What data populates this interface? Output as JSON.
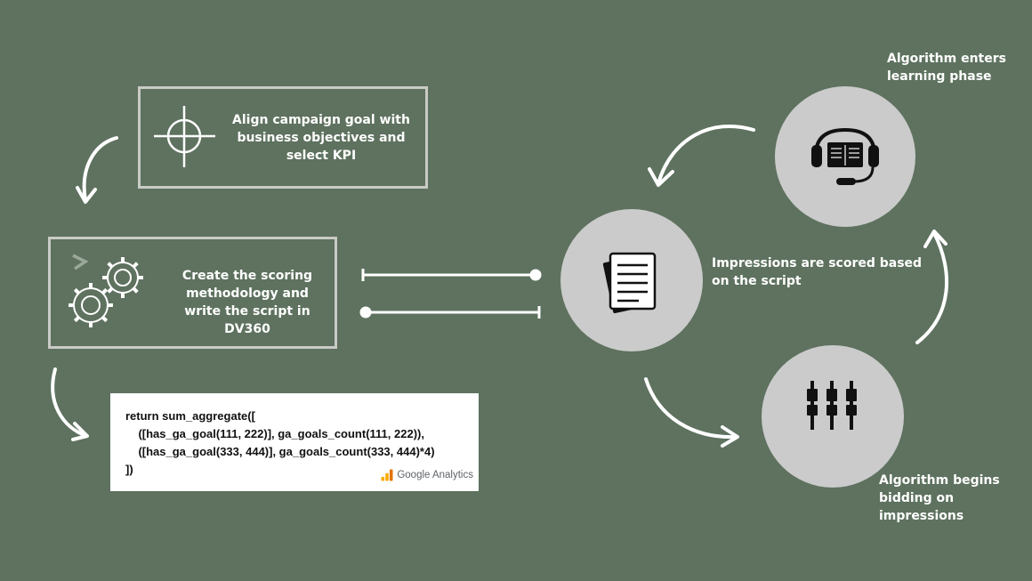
{
  "steps": {
    "align_goal": "Align campaign goal with business objectives and select KPI",
    "scoring": "Create the scoring methodology and write the script in DV360",
    "scored": "Impressions are scored based on the script",
    "learning": "Algorithm enters learning phase",
    "bidding": "Algorithm begins bidding on impressions"
  },
  "code": {
    "line1": "return sum_aggregate([",
    "line2": "    ([has_ga_goal(111, 222)], ga_goals_count(111, 222)),",
    "line3": "    ([has_ga_goal(333, 444)], ga_goals_count(333, 444)*4)",
    "line4": "])",
    "brand": "Google Analytics"
  },
  "colors": {
    "background": "#5e725f",
    "circle": "#cbcbcb",
    "box_border": "#c9cbc6",
    "text": "#ffffff"
  },
  "icons": {
    "align_goal": "crosshair-icon",
    "scoring": "gears-icon",
    "scored": "document-icon",
    "learning": "headset-book-icon",
    "bidding": "equalizer-icon",
    "brand": "google-analytics-icon"
  }
}
